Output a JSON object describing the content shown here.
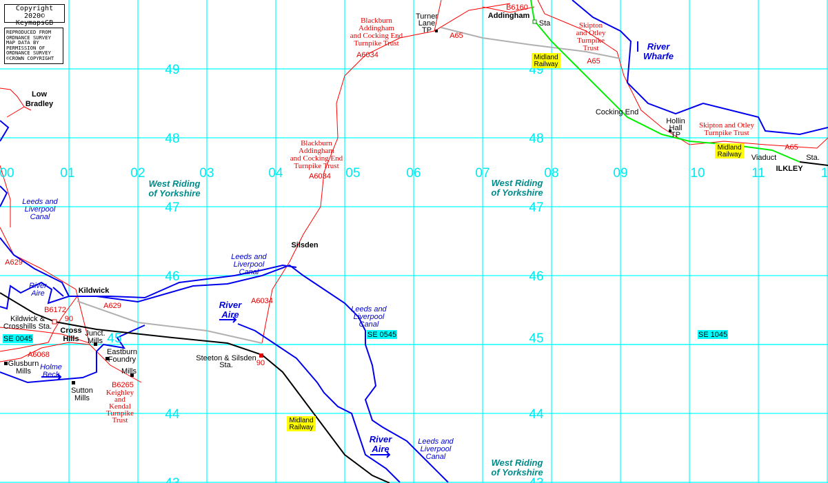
{
  "copyright": {
    "line1": "Copyright 2020©",
    "line2": "KeymapsGB"
  },
  "permission": [
    "REPRODUCED FROM",
    "ORDNANCE SURVEY",
    "MAP DATA BY",
    "PERMISSION OF",
    "ORDNANCE SURVEY",
    "©CROWN COPYRIGHT"
  ],
  "grid": {
    "eastings": [
      "00",
      "01",
      "02",
      "03",
      "04",
      "05",
      "06",
      "07",
      "08",
      "09",
      "10",
      "11",
      "1"
    ],
    "northings_left": [
      "49",
      "48",
      "47",
      "46",
      "45",
      "44",
      "43"
    ],
    "northings_right": [
      "49",
      "48",
      "47",
      "46",
      "45",
      "44",
      "43"
    ],
    "refs": [
      "SE 0045",
      "SE 0545",
      "SE 1045"
    ]
  },
  "labels": [
    {
      "lines": [
        "Low",
        "Bradley"
      ],
      "style": "place"
    },
    {
      "lines": [
        "Kildwick"
      ],
      "style": "place"
    },
    {
      "lines": [
        "Cross",
        "Hills"
      ],
      "style": "place"
    },
    {
      "lines": [
        "Silsden"
      ],
      "style": "place"
    },
    {
      "lines": [
        "Addingham"
      ],
      "style": "place"
    },
    {
      "lines": [
        "ILKLEY"
      ],
      "style": "place"
    },
    {
      "lines": [
        "Turner",
        "Lane",
        "TP"
      ],
      "style": "plain"
    },
    {
      "lines": [
        "Sta"
      ],
      "style": "plain"
    },
    {
      "lines": [
        "Cocking End"
      ],
      "style": "plain"
    },
    {
      "lines": [
        "Hollin",
        "Hall",
        "TP"
      ],
      "style": "plain"
    },
    {
      "lines": [
        "Kildwick &",
        "Crosshills Sta."
      ],
      "style": "plain"
    },
    {
      "lines": [
        "Junct.",
        "Mills"
      ],
      "style": "plain"
    },
    {
      "lines": [
        "Eastburn",
        "Foundry"
      ],
      "style": "plain"
    },
    {
      "lines": [
        "Mills"
      ],
      "style": "plain"
    },
    {
      "lines": [
        "Glusburn",
        "Mills"
      ],
      "style": "plain"
    },
    {
      "lines": [
        "Sutton",
        "Mills"
      ],
      "style": "plain"
    },
    {
      "lines": [
        "Steeton & Silsden",
        "Sta."
      ],
      "style": "plain"
    },
    {
      "lines": [
        "Sta."
      ],
      "style": "plain"
    },
    {
      "lines": [
        "Viaduct"
      ],
      "style": "plain"
    },
    {
      "lines": [
        "A65"
      ],
      "style": "roadlbl"
    },
    {
      "lines": [
        "B6160"
      ],
      "style": "roadlbl"
    },
    {
      "lines": [
        "A65"
      ],
      "style": "roadlbl"
    },
    {
      "lines": [
        "A65"
      ],
      "style": "roadlbl"
    },
    {
      "lines": [
        "A6034"
      ],
      "style": "roadlbl"
    },
    {
      "lines": [
        "A6034"
      ],
      "style": "roadlbl"
    },
    {
      "lines": [
        "A6034"
      ],
      "style": "roadlbl"
    },
    {
      "lines": [
        "A629"
      ],
      "style": "roadlbl"
    },
    {
      "lines": [
        "A629"
      ],
      "style": "roadlbl"
    },
    {
      "lines": [
        "B6172"
      ],
      "style": "roadlbl"
    },
    {
      "lines": [
        "90"
      ],
      "style": "roadlbl"
    },
    {
      "lines": [
        "A6068"
      ],
      "style": "roadlbl"
    },
    {
      "lines": [
        "B6265"
      ],
      "style": "roadlbl"
    },
    {
      "lines": [
        "90"
      ],
      "style": "roadlbl"
    },
    {
      "lines": [
        "Blackburn",
        "Addingham",
        "and Cocking End",
        "Turnpike Trust"
      ],
      "style": "trust"
    },
    {
      "lines": [
        "Blackburn",
        "Addingham",
        "and Cocking End",
        "Turnpike Trust"
      ],
      "style": "trust"
    },
    {
      "lines": [
        "Skipton",
        "and Otley",
        "Turnpike",
        "Trust"
      ],
      "style": "trust"
    },
    {
      "lines": [
        "Skipton and Otley",
        "Turnpike Trust"
      ],
      "style": "trust"
    },
    {
      "lines": [
        "Keighley",
        "and",
        "Kendal",
        "Turnpike",
        "Trust"
      ],
      "style": "trust"
    },
    {
      "lines": [
        "Leeds and",
        "Liverpool",
        "Canal"
      ],
      "style": "canal"
    },
    {
      "lines": [
        "Leeds and",
        "Liverpool",
        "Canal"
      ],
      "style": "canal"
    },
    {
      "lines": [
        "Leeds and",
        "Liverpool",
        "Canal"
      ],
      "style": "canal"
    },
    {
      "lines": [
        "Leeds and",
        "Liverpool",
        "Canal"
      ],
      "style": "canal"
    },
    {
      "lines": [
        "River",
        "Aire"
      ],
      "style": "canal"
    },
    {
      "lines": [
        "Holme",
        "Beck"
      ],
      "style": "canal"
    },
    {
      "lines": [
        "River",
        "Aire"
      ],
      "style": "riverbig"
    },
    {
      "lines": [
        "River",
        "Aire"
      ],
      "style": "riverbig"
    },
    {
      "lines": [
        "River",
        "Wharfe"
      ],
      "style": "riverbig"
    },
    {
      "lines": [
        "West Riding",
        "of Yorkshire"
      ],
      "style": "county"
    },
    {
      "lines": [
        "West Riding",
        "of Yorkshire"
      ],
      "style": "county"
    },
    {
      "lines": [
        "West Riding",
        "of Yorkshire"
      ],
      "style": "county"
    }
  ],
  "railway_labels": [
    {
      "lines": [
        "Midland",
        "Railway"
      ]
    },
    {
      "lines": [
        "Midland",
        "Railway"
      ]
    },
    {
      "lines": [
        "Midland",
        "Railway"
      ]
    }
  ],
  "colors": {
    "grid": "#00ffff",
    "river": "#0000ee",
    "road": "#ff0000",
    "railway": "#000000",
    "railway_green": "#00ee00",
    "railway_label_bg": "#ffff00",
    "ref_bg": "#00ffff",
    "county": "#008b8b"
  }
}
